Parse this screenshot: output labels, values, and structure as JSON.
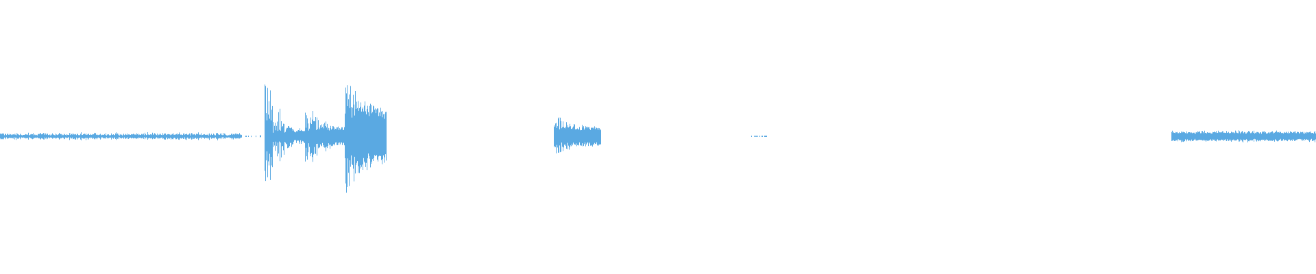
{
  "waveform": {
    "color": "#5aa9e2",
    "background": "#ffffff",
    "segments": [
      {
        "name": "noise-lead-in",
        "start": 0.0,
        "end": 0.184,
        "amplitude": 0.015,
        "peak": 0.05,
        "density": 1.0
      },
      {
        "name": "noise-tail",
        "start": 0.184,
        "end": 0.2,
        "amplitude": 0.006,
        "peak": 0.015,
        "density": 0.35
      },
      {
        "name": "transient-1",
        "start": 0.201,
        "end": 0.232,
        "amplitude": 0.06,
        "peak": 0.95,
        "density": 1.0
      },
      {
        "name": "burst-2",
        "start": 0.232,
        "end": 0.262,
        "amplitude": 0.1,
        "peak": 0.5,
        "density": 1.0
      },
      {
        "name": "burst-3",
        "start": 0.262,
        "end": 0.294,
        "amplitude": 0.3,
        "peak": 0.88,
        "density": 1.0
      },
      {
        "name": "burst-4",
        "start": 0.421,
        "end": 0.457,
        "amplitude": 0.1,
        "peak": 0.3,
        "density": 1.0
      },
      {
        "name": "faint-blip",
        "start": 0.569,
        "end": 0.585,
        "amplitude": 0.004,
        "peak": 0.01,
        "density": 0.4
      },
      {
        "name": "sustained-tone",
        "start": 0.89,
        "end": 1.0,
        "amplitude": 0.045,
        "peak": 0.07,
        "density": 1.0
      }
    ]
  }
}
